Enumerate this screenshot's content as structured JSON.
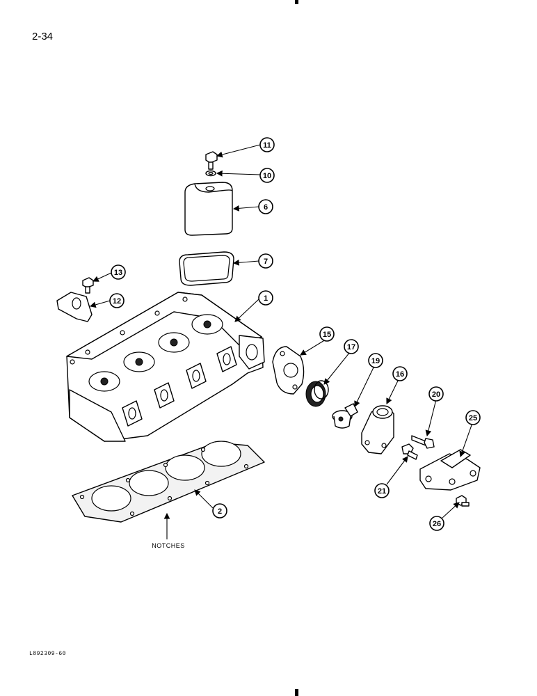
{
  "page": {
    "number": "2-34",
    "footer_code": "L892309-60"
  },
  "diagram": {
    "notches_label": "NOTCHES",
    "callouts": [
      {
        "id": "11",
        "label": "11"
      },
      {
        "id": "10",
        "label": "10"
      },
      {
        "id": "6",
        "label": "6"
      },
      {
        "id": "7",
        "label": "7"
      },
      {
        "id": "13",
        "label": "13"
      },
      {
        "id": "12",
        "label": "12"
      },
      {
        "id": "1",
        "label": "1"
      },
      {
        "id": "15",
        "label": "15"
      },
      {
        "id": "17",
        "label": "17"
      },
      {
        "id": "19",
        "label": "19"
      },
      {
        "id": "16",
        "label": "16"
      },
      {
        "id": "20",
        "label": "20"
      },
      {
        "id": "25",
        "label": "25"
      },
      {
        "id": "21",
        "label": "21"
      },
      {
        "id": "26",
        "label": "26"
      },
      {
        "id": "2",
        "label": "2"
      }
    ]
  }
}
